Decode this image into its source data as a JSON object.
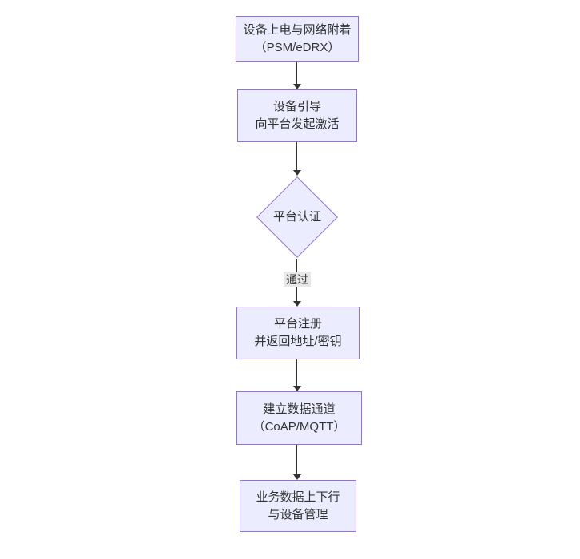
{
  "diagram": {
    "type": "flowchart",
    "direction": "top-down",
    "nodes": [
      {
        "id": "power-on",
        "shape": "rect",
        "lines": [
          "设备上电与网络附着",
          "（PSM/eDRX）"
        ]
      },
      {
        "id": "bootstrap",
        "shape": "rect",
        "lines": [
          "设备引导",
          "向平台发起激活"
        ]
      },
      {
        "id": "platform-auth",
        "shape": "diamond",
        "lines": [
          "平台认证"
        ]
      },
      {
        "id": "register",
        "shape": "rect",
        "lines": [
          "平台注册",
          "并返回地址/密钥"
        ]
      },
      {
        "id": "data-channel",
        "shape": "rect",
        "lines": [
          "建立数据通道",
          "（CoAP/MQTT）"
        ]
      },
      {
        "id": "business-data",
        "shape": "rect",
        "lines": [
          "业务数据上下行",
          "与设备管理"
        ]
      }
    ],
    "edges": [
      {
        "from": "power-on",
        "to": "bootstrap",
        "label": ""
      },
      {
        "from": "bootstrap",
        "to": "platform-auth",
        "label": ""
      },
      {
        "from": "platform-auth",
        "to": "register",
        "label": "通过"
      },
      {
        "from": "register",
        "to": "data-channel",
        "label": ""
      },
      {
        "from": "data-channel",
        "to": "business-data",
        "label": ""
      }
    ],
    "colors": {
      "node_fill": "#ECECFF",
      "node_border": "#9370DB",
      "text": "#333333",
      "line": "#333333",
      "edge_label_bg": "#e8e8e8",
      "background": "#ffffff"
    }
  }
}
